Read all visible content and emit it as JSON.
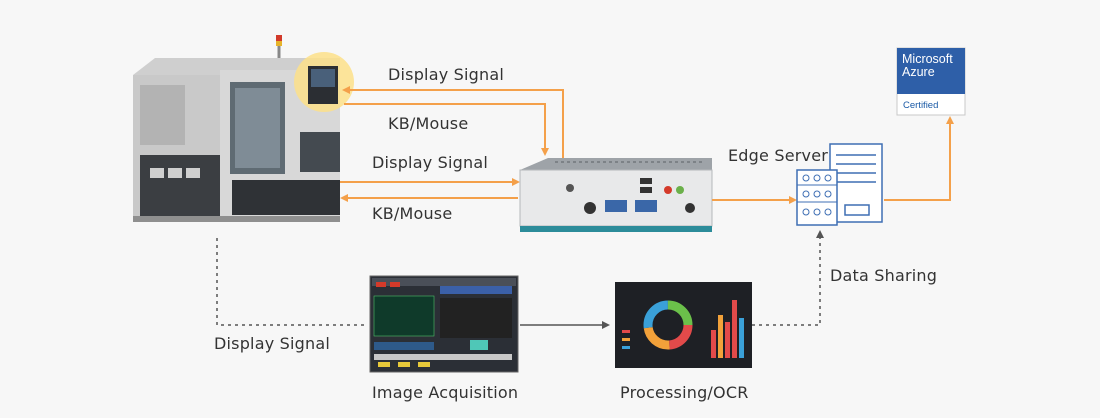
{
  "labels": {
    "display_signal_top": "Display Signal",
    "kb_mouse_top": "KB/Mouse",
    "display_signal_mid": "Display Signal",
    "kb_mouse_mid": "KB/Mouse",
    "edge_server": "Edge Server",
    "data_sharing": "Data Sharing",
    "display_signal_bottom": "Display Signal",
    "image_acquisition": "Image Acquisition",
    "processing_ocr": "Processing/OCR"
  },
  "azure": {
    "line1": "Microsoft",
    "line2": "Azure",
    "certified": "Certified"
  },
  "colors": {
    "orange": "#f4a04a",
    "background": "#f7f7f7",
    "server_blue": "#3f6fb4",
    "azure_blue": "#2e5fa8"
  }
}
